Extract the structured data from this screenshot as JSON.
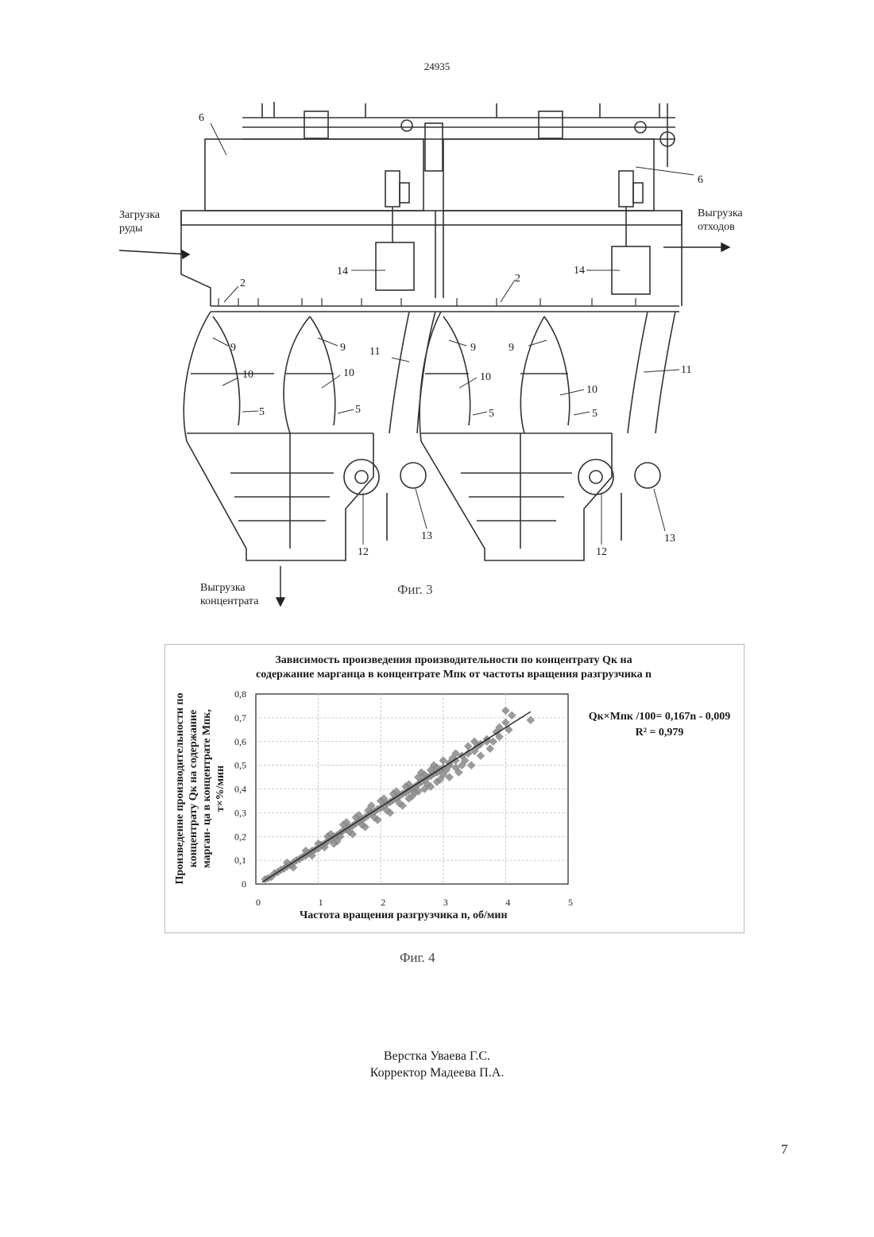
{
  "page": {
    "header_number": "24935",
    "page_number": "7"
  },
  "figure3": {
    "caption": "Фиг. 3",
    "labels": {
      "load_ore": [
        "Загрузка",
        "руды"
      ],
      "unload_waste": [
        "Выгрузка",
        "отходов"
      ],
      "unload_concentrate": [
        "Выгрузка",
        "концентрата"
      ]
    },
    "callouts": [
      "6",
      "6",
      "14",
      "14",
      "2",
      "2",
      "9",
      "9",
      "9",
      "9",
      "10",
      "10",
      "10",
      "10",
      "5",
      "5",
      "5",
      "5",
      "11",
      "11",
      "12",
      "12",
      "13",
      "13"
    ]
  },
  "figure4": {
    "caption": "Фиг. 4",
    "title_lines": [
      "Зависимость произведения производительности по концентрату Qк на",
      "содержание марганца в концентрате Mпк от частоты вращения разгрузчика n"
    ],
    "ylabel_lines": [
      "Произведение производительности по",
      "концентрату Qк на содержание",
      "марган- ца в концентрате Mпк,",
      "т×%/мин"
    ],
    "xlabel": "Частота вращения разгрузчика n, об/мин",
    "equation": "Qк×Mпк /100= 0,167n - 0,009",
    "r_squared": "R² = 0,979"
  },
  "chart_data": {
    "type": "scatter",
    "xlabel": "Частота вращения разгрузчика n, об/мин",
    "ylabel": "Произведение производительности по концентрату Qк на содержание марган- ца в концентрате Mпк, т×%/мин",
    "xlim": [
      0,
      5
    ],
    "ylim": [
      0,
      0.8
    ],
    "x_ticks": [
      "0",
      "1",
      "2",
      "3",
      "4",
      "5"
    ],
    "y_ticks": [
      "0",
      "0,1",
      "0,2",
      "0,3",
      "0,4",
      "0,5",
      "0,6",
      "0,7",
      "0,8"
    ],
    "grid": true,
    "marker_color": "#8a8a8a",
    "trendline": {
      "slope": 0.167,
      "intercept": -0.009,
      "x_range": [
        0.1,
        4.4
      ],
      "color": "#222222"
    },
    "points": [
      [
        0.15,
        0.02
      ],
      [
        0.2,
        0.025
      ],
      [
        0.25,
        0.03
      ],
      [
        0.3,
        0.045
      ],
      [
        0.35,
        0.05
      ],
      [
        0.4,
        0.06
      ],
      [
        0.45,
        0.065
      ],
      [
        0.5,
        0.075
      ],
      [
        0.55,
        0.08
      ],
      [
        0.6,
        0.09
      ],
      [
        0.65,
        0.1
      ],
      [
        0.7,
        0.105
      ],
      [
        0.75,
        0.115
      ],
      [
        0.8,
        0.12
      ],
      [
        0.85,
        0.13
      ],
      [
        0.9,
        0.14
      ],
      [
        0.95,
        0.145
      ],
      [
        1.0,
        0.15
      ],
      [
        1.05,
        0.165
      ],
      [
        1.1,
        0.17
      ],
      [
        1.15,
        0.18
      ],
      [
        1.2,
        0.19
      ],
      [
        1.25,
        0.2
      ],
      [
        1.3,
        0.205
      ],
      [
        1.35,
        0.215
      ],
      [
        1.4,
        0.225
      ],
      [
        1.45,
        0.23
      ],
      [
        1.5,
        0.24
      ],
      [
        1.55,
        0.245
      ],
      [
        1.6,
        0.255
      ],
      [
        1.65,
        0.265
      ],
      [
        1.7,
        0.27
      ],
      [
        1.75,
        0.28
      ],
      [
        1.8,
        0.29
      ],
      [
        1.85,
        0.3
      ],
      [
        1.9,
        0.305
      ],
      [
        1.95,
        0.315
      ],
      [
        2.0,
        0.32
      ],
      [
        2.05,
        0.33
      ],
      [
        2.1,
        0.34
      ],
      [
        2.15,
        0.345
      ],
      [
        2.2,
        0.355
      ],
      [
        2.25,
        0.36
      ],
      [
        2.3,
        0.37
      ],
      [
        2.35,
        0.38
      ],
      [
        2.4,
        0.385
      ],
      [
        2.45,
        0.395
      ],
      [
        2.5,
        0.4
      ],
      [
        2.55,
        0.41
      ],
      [
        2.6,
        0.42
      ],
      [
        2.65,
        0.43
      ],
      [
        2.7,
        0.44
      ],
      [
        2.75,
        0.45
      ],
      [
        2.8,
        0.455
      ],
      [
        2.85,
        0.465
      ],
      [
        2.9,
        0.47
      ],
      [
        2.95,
        0.48
      ],
      [
        3.0,
        0.49
      ],
      [
        3.1,
        0.5
      ],
      [
        3.2,
        0.52
      ],
      [
        3.3,
        0.54
      ],
      [
        3.4,
        0.55
      ],
      [
        3.5,
        0.56
      ],
      [
        3.6,
        0.59
      ],
      [
        3.7,
        0.61
      ],
      [
        3.8,
        0.6
      ],
      [
        3.9,
        0.62
      ],
      [
        4.0,
        0.73
      ],
      [
        4.05,
        0.65
      ],
      [
        4.1,
        0.71
      ],
      [
        4.4,
        0.69
      ],
      [
        0.5,
        0.09
      ],
      [
        0.6,
        0.07
      ],
      [
        0.8,
        0.14
      ],
      [
        0.9,
        0.12
      ],
      [
        1.0,
        0.17
      ],
      [
        1.1,
        0.155
      ],
      [
        1.2,
        0.21
      ],
      [
        1.3,
        0.18
      ],
      [
        1.4,
        0.25
      ],
      [
        1.5,
        0.22
      ],
      [
        1.6,
        0.28
      ],
      [
        1.7,
        0.25
      ],
      [
        1.8,
        0.31
      ],
      [
        1.9,
        0.28
      ],
      [
        2.0,
        0.35
      ],
      [
        2.1,
        0.31
      ],
      [
        2.2,
        0.38
      ],
      [
        2.3,
        0.34
      ],
      [
        2.4,
        0.41
      ],
      [
        2.5,
        0.37
      ],
      [
        2.6,
        0.45
      ],
      [
        2.7,
        0.4
      ],
      [
        2.8,
        0.48
      ],
      [
        2.9,
        0.43
      ],
      [
        3.0,
        0.52
      ],
      [
        3.1,
        0.45
      ],
      [
        3.2,
        0.55
      ],
      [
        3.3,
        0.5
      ],
      [
        3.5,
        0.6
      ],
      [
        3.6,
        0.54
      ],
      [
        2.55,
        0.385
      ],
      [
        2.65,
        0.47
      ],
      [
        2.75,
        0.42
      ],
      [
        2.85,
        0.5
      ],
      [
        2.95,
        0.44
      ],
      [
        3.05,
        0.48
      ],
      [
        3.15,
        0.53
      ],
      [
        3.25,
        0.47
      ],
      [
        3.35,
        0.52
      ],
      [
        3.45,
        0.5
      ],
      [
        3.55,
        0.58
      ],
      [
        3.75,
        0.57
      ],
      [
        3.85,
        0.64
      ],
      [
        1.15,
        0.2
      ],
      [
        1.25,
        0.17
      ],
      [
        1.35,
        0.2
      ],
      [
        1.45,
        0.26
      ],
      [
        1.55,
        0.21
      ],
      [
        1.65,
        0.29
      ],
      [
        1.75,
        0.24
      ],
      [
        1.85,
        0.33
      ],
      [
        1.95,
        0.27
      ],
      [
        2.05,
        0.36
      ],
      [
        2.15,
        0.3
      ],
      [
        2.25,
        0.39
      ],
      [
        2.35,
        0.33
      ],
      [
        2.45,
        0.42
      ],
      [
        2.45,
        0.36
      ],
      [
        2.6,
        0.39
      ],
      [
        2.7,
        0.46
      ],
      [
        2.8,
        0.41
      ],
      [
        2.9,
        0.49
      ],
      [
        3.0,
        0.46
      ],
      [
        3.1,
        0.51
      ],
      [
        3.2,
        0.49
      ],
      [
        3.4,
        0.58
      ],
      [
        3.7,
        0.6
      ],
      [
        3.9,
        0.66
      ],
      [
        4.0,
        0.68
      ]
    ]
  },
  "footer": {
    "layout": "Верстка Уваева Г.С.",
    "corrector": "Корректор Мадеева П.А."
  }
}
